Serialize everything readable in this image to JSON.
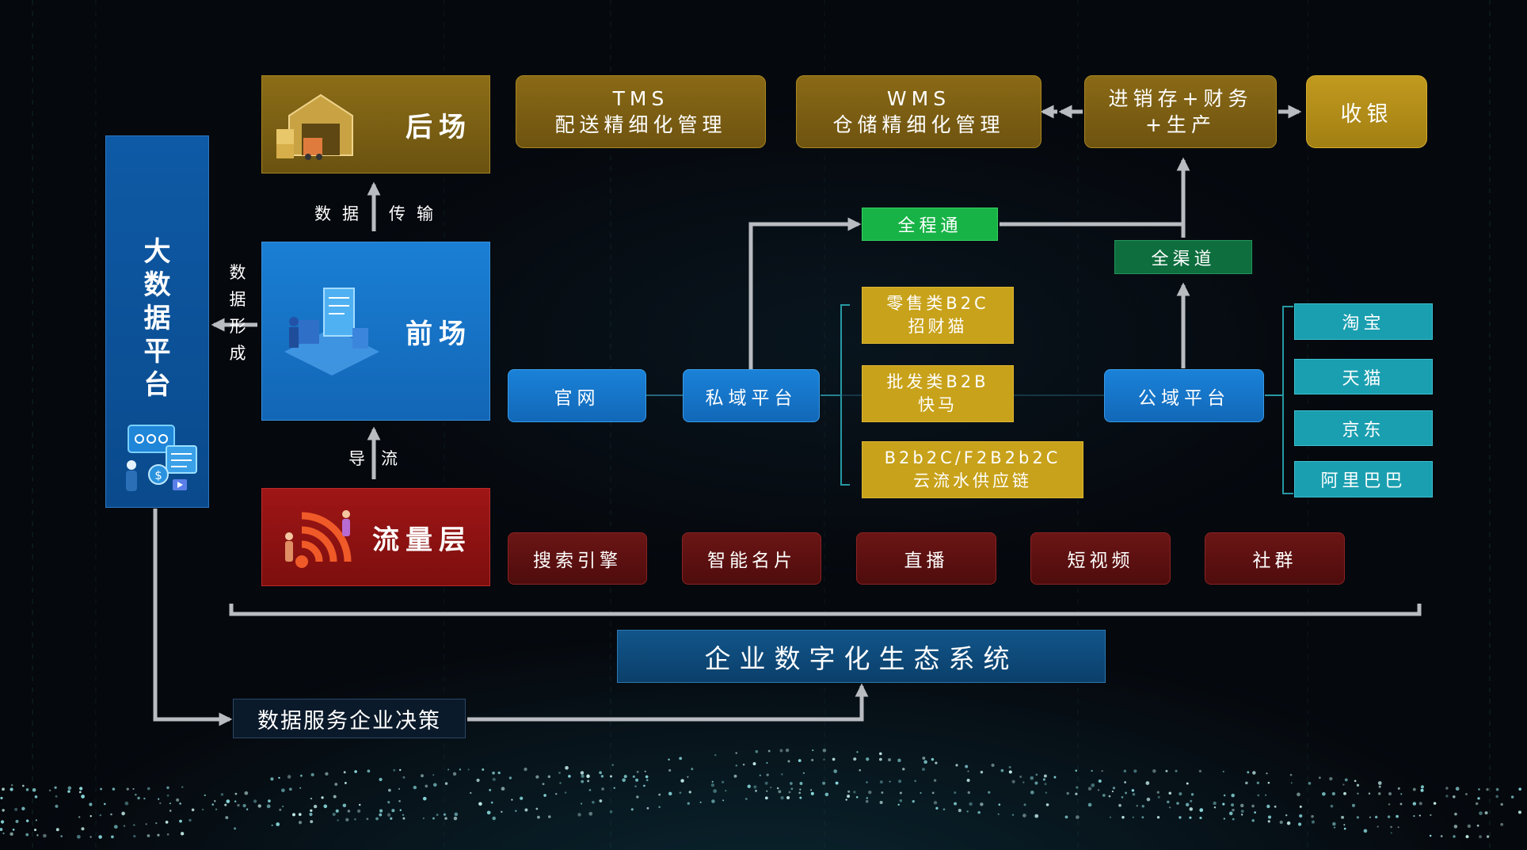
{
  "left": {
    "big_data_platform": "大\n数\n据\n平\n台",
    "backstage": "后场",
    "frontstage": "前场",
    "traffic_layer": "流量层"
  },
  "labels": {
    "data_formation": "数\n据\n形\n成",
    "data": "数据",
    "transmission": "传输",
    "guide_flow": "导流"
  },
  "top": {
    "tms": "TMS\n配送精细化管理",
    "wms": "WMS\n仓储精细化管理",
    "inventory_finance": "进销存+财务\n+生产",
    "cashier": "收银"
  },
  "middle": {
    "quanchengtong": "全程通",
    "quanqudao": "全渠道",
    "official_site": "官网",
    "private_platform": "私域平台",
    "public_platform": "公域平台"
  },
  "private_channels": [
    "零售类B2C\n招财猫",
    "批发类B2B\n快马",
    "B2b2C/F2B2b2C\n云流水供应链"
  ],
  "public_channels": [
    "淘宝",
    "天猫",
    "京东",
    "阿里巴巴"
  ],
  "traffic_sources": [
    "搜索引擎",
    "智能名片",
    "直播",
    "短视频",
    "社群"
  ],
  "bottom": {
    "ecosystem": "企业数字化生态系统",
    "decision": "数据服务企业决策"
  }
}
